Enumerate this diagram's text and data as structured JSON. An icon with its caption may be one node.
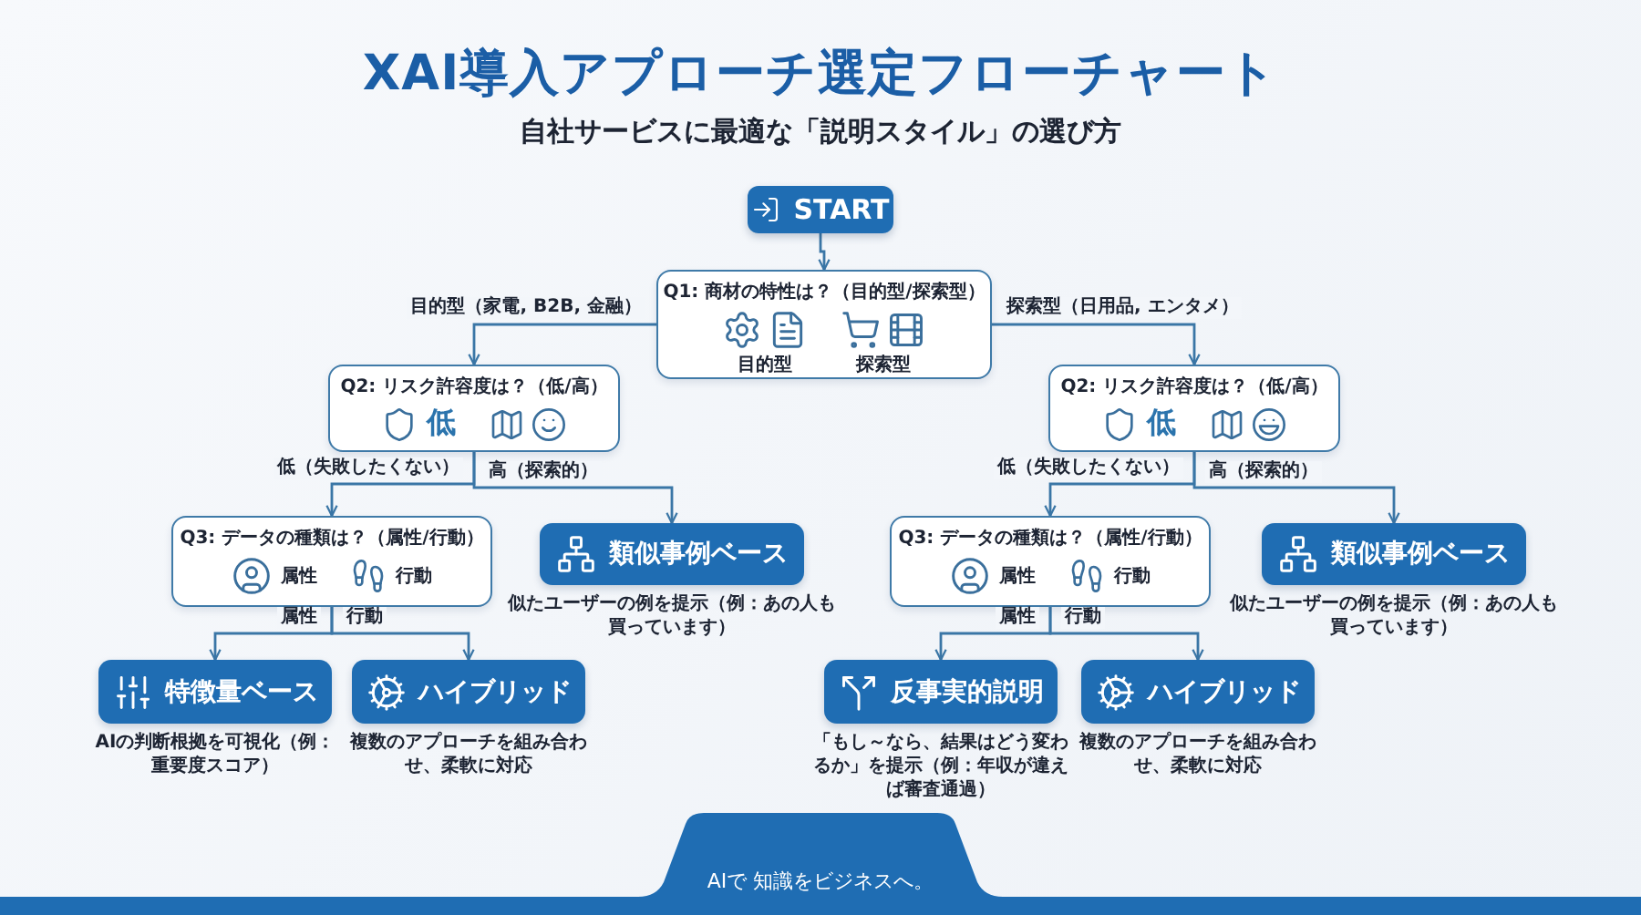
{
  "diagram": {
    "title": "XAI導入アプローチ選定フローチャート",
    "nodes": [
      {
        "text": [
          "START"
        ]
      },
      {
        "text": [
          "Q1: 商材の特性は？（目的型/探索型）",
          "目的型",
          "探索型"
        ]
      },
      {
        "text": [
          "Q2: リスク許容度は？（低/高）",
          "低"
        ]
      },
      {
        "text": [
          "Q3: データの種類は？（属性/行動）",
          "属性",
          "行動"
        ]
      },
      {
        "text": [
          "類似事例ベース"
        ],
        "beside": [
          "似たユーザーの例を提示（例：あの人も買っています）"
        ]
      },
      {
        "text": [
          "特徴量ベース"
        ],
        "beside": [
          "AIの判断根拠を可視化（例：重要度スコア）"
        ]
      },
      {
        "text": [
          "ハイブリッド"
        ],
        "beside": [
          "複数のアプローチを組み合わせ、柔軟に対応"
        ]
      },
      {
        "text": [
          "Q2: リスク許容度は？（低/高）",
          "低"
        ]
      },
      {
        "text": [
          "Q3: データの種類は？（属性/行動）",
          "属性",
          "行動"
        ]
      },
      {
        "text": [
          "類似事例ベース"
        ],
        "beside": [
          "似たユーザーの例を提示（例：あの人も買っています）"
        ]
      },
      {
        "text": [
          "反事実的説明"
        ],
        "beside": [
          "「もし～なら、結果はどう変わるか」を提示（例：年収が違えば審査通過）"
        ]
      },
      {
        "text": [
          "ハイブリッド"
        ],
        "beside": [
          "複数のアプローチを組み合わせ、柔軟に対応"
        ]
      }
    ],
    "edges": [
      {
        "from": 0,
        "to": 1,
        "arrow": "to"
      },
      {
        "from": 1,
        "to": 2,
        "arrow": "to",
        "label": "目的型（家電, B2B, 金融）"
      },
      {
        "from": 1,
        "to": 7,
        "arrow": "to",
        "label": "探索型（日用品, エンタメ）"
      },
      {
        "from": 2,
        "to": 3,
        "arrow": "to",
        "label": "低（失敗したくない）"
      },
      {
        "from": 2,
        "to": 4,
        "arrow": "to",
        "label": "高（探索的）"
      },
      {
        "from": 3,
        "to": 5,
        "arrow": "to",
        "label": "属性"
      },
      {
        "from": 3,
        "to": 6,
        "arrow": "to",
        "label": "行動"
      },
      {
        "from": 7,
        "to": 8,
        "arrow": "to",
        "label": "低（失敗したくない）"
      },
      {
        "from": 7,
        "to": 9,
        "arrow": "to",
        "label": "高（探索的）"
      },
      {
        "from": 8,
        "to": 10,
        "arrow": "to",
        "label": "属性"
      },
      {
        "from": 8,
        "to": 11,
        "arrow": "to",
        "label": "行動"
      }
    ],
    "labels": [
      "自社サービスに最適な「説明スタイル」の選び方",
      "AIで 知識をビジネスへ。"
    ]
  }
}
